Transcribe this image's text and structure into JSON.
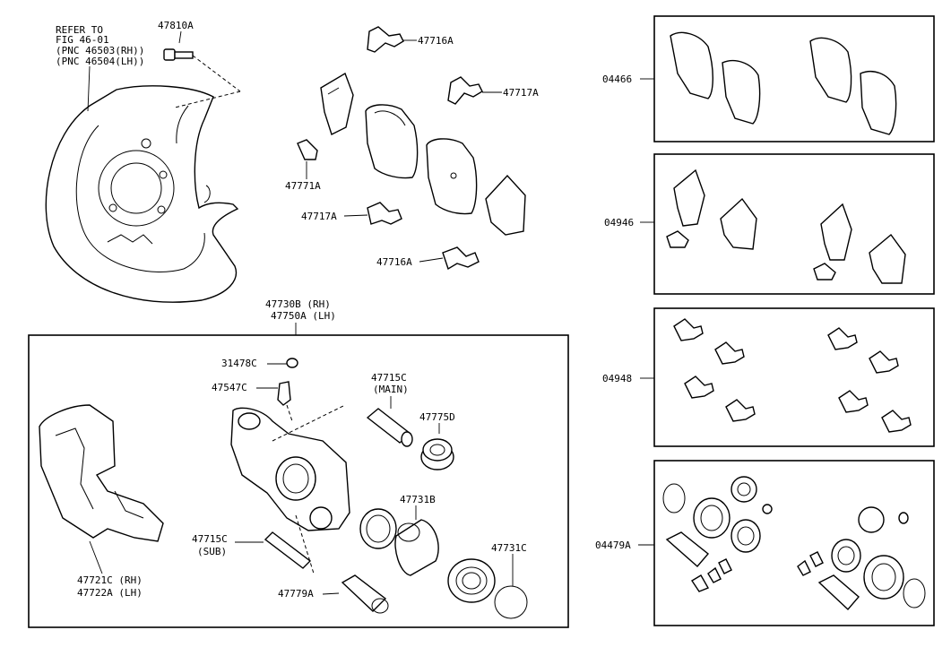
{
  "note": {
    "line1": "REFER TO",
    "line2": "FIG 46-01",
    "line3": "(PNC 46503(RH))",
    "line4": "(PNC 46504(LH))"
  },
  "labels": {
    "bolt_47810A": "47810A",
    "clip_47716A_top": "47716A",
    "clip_47717A_top": "47717A",
    "shim_47771A": "47771A",
    "clip_47717A_low": "47717A",
    "clip_47716A_low": "47716A",
    "caliper_rh": "47730B (RH)",
    "caliper_lh": "47750A (LH)",
    "cap_31478C": "31478C",
    "bleeder_47547C": "47547C",
    "pin_main_no": "47715C",
    "pin_main_tag": "(MAIN)",
    "boot_47775D": "47775D",
    "piston_47731B": "47731B",
    "pin_sub_no": "47715C",
    "pin_sub_tag": "(SUB)",
    "seal_47731C": "47731C",
    "boot_47779A": "47779A",
    "mount_rh": "47721C (RH)",
    "mount_lh": "47722A (LH)",
    "kit_04466": "04466",
    "kit_04946": "04946",
    "kit_04948": "04948",
    "kit_04479A": "04479A"
  }
}
